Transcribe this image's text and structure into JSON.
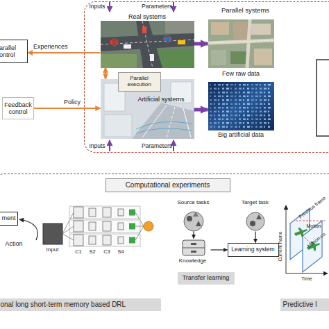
{
  "diagram": {
    "nodes": [
      {
        "text": [
          "arallel ontrol"
        ]
      },
      {
        "text": [
          "Feedback control"
        ]
      },
      {
        "text": [
          "Parallel systems"
        ]
      },
      {
        "text": [
          "Real systems"
        ],
        "in": 2
      },
      {
        "text": [
          "Artificial systems"
        ],
        "in": 2
      },
      {
        "text": [
          "Parallel execution"
        ],
        "in": 2
      },
      {
        "text": [
          "Few raw data"
        ],
        "in": 2
      },
      {
        "text": [
          "Big artificial data"
        ],
        "in": 2
      },
      {
        "text": [
          "Computational experiments"
        ]
      },
      {
        "text": [
          "ment"
        ],
        "in": 8
      },
      {
        "text": [
          "Input"
        ],
        "in": 8
      },
      {
        "text": [
          "onal long short-term memory based DRL"
        ],
        "in": 8
      },
      {
        "text": [
          "Source tasks"
        ],
        "in": 8
      },
      {
        "text": [
          "Target task"
        ],
        "in": 8
      },
      {
        "text": [
          "Knowledge"
        ],
        "in": 8
      },
      {
        "text": [
          "Learning system"
        ],
        "in": 8
      },
      {
        "text": [
          "Transfer learning"
        ],
        "in": 8
      },
      {
        "text": [
          "Predictive l"
        ],
        "in": 8
      }
    ],
    "edges": [
      {
        "from": 3,
        "to": 0,
        "label": "Experiences",
        "arrow": "to"
      },
      {
        "from": 1,
        "to": 4,
        "label": "Policy",
        "arrow": "to"
      },
      {
        "from": 3,
        "to": 4,
        "arrow": "both"
      },
      {
        "from": 3,
        "to": 6,
        "arrow": "to"
      },
      {
        "from": 4,
        "to": 7,
        "arrow": "to"
      },
      {
        "from": 12,
        "to": 14,
        "arrow": "to"
      },
      {
        "from": 14,
        "to": 15,
        "arrow": "to"
      },
      {
        "from": 13,
        "to": 15,
        "arrow": "to"
      }
    ],
    "labels": [
      "Inputs",
      "Parameters",
      "Inputs",
      "Parameters",
      "Action",
      "C1",
      "S2",
      "C3",
      "S4",
      "Current frame",
      "Previous frame",
      "Motion",
      "Motion-co",
      "Time"
    ]
  }
}
